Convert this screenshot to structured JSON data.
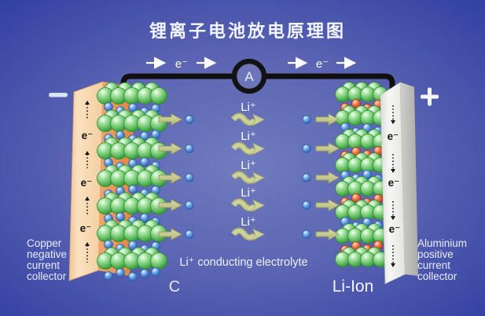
{
  "title": "锂离子电池放电原理图",
  "circuit": {
    "ammeter_label": "A",
    "electron_label": "e⁻"
  },
  "terminals": {
    "negative_label": "−",
    "positive_label": "+"
  },
  "anode": {
    "electron_label": "e⁻",
    "material_label": "C",
    "collector_lines": [
      "Copper",
      "negative",
      "current",
      "collector"
    ]
  },
  "cathode": {
    "electron_label": "e⁻",
    "material_label": "Li-Ion",
    "collector_lines": [
      "Aluminium",
      "positive",
      "current",
      "collector"
    ]
  },
  "electrolyte": {
    "ion_label": "Li⁺",
    "ion_row_count": 5,
    "caption": "Li⁺ conducting electrolyte"
  },
  "colors": {
    "background_center": "#707abd",
    "background_edge": "#2c3aa0",
    "wire": "#101010",
    "ion_arrow": "#c9cd97",
    "graphite_sphere": "#58b858",
    "lithium_ion_sphere": "#4a86d8",
    "metal_oxide_sphere": "#e45c32",
    "copper_collector_front": "#f7d9b3",
    "copper_collector_side": "#e89a5e",
    "aluminium_collector_front": "#ededeb",
    "aluminium_collector_side": "#b9b9b5"
  }
}
